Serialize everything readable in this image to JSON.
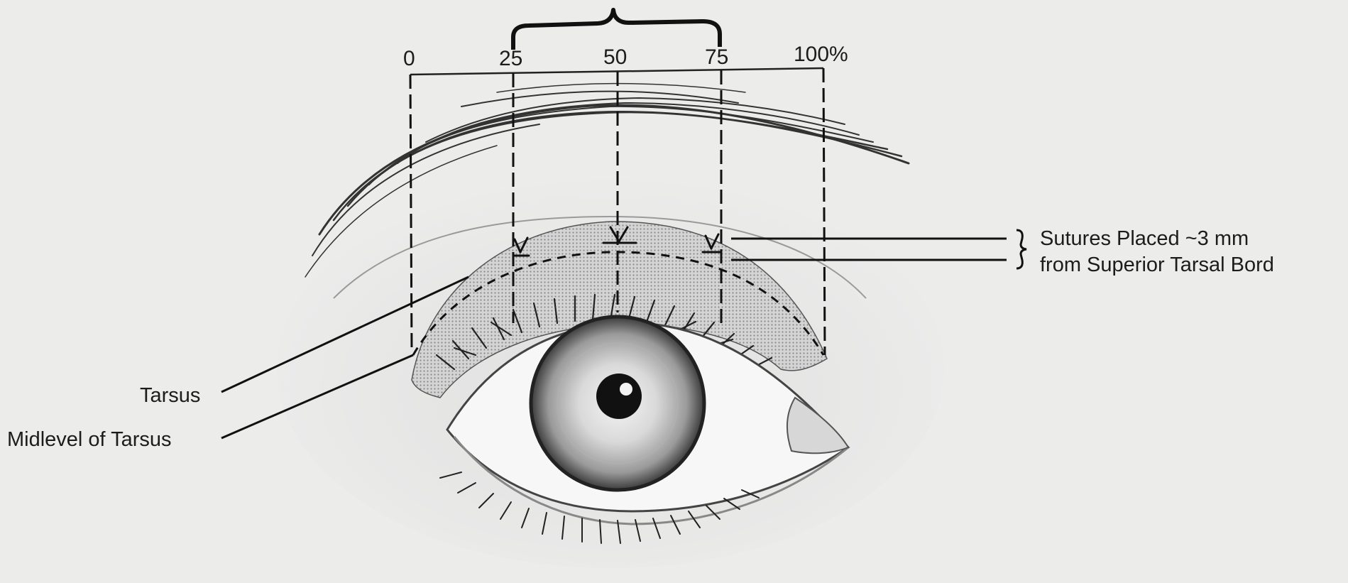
{
  "scale": {
    "ticks": [
      {
        "label": "0",
        "value": 0
      },
      {
        "label": "25",
        "value": 25
      },
      {
        "label": "50",
        "value": 50
      },
      {
        "label": "75",
        "value": 75
      },
      {
        "label": "100%",
        "value": 100
      }
    ]
  },
  "labels": {
    "tarsus": "Tarsus",
    "midlevel": "Midlevel of Tarsus",
    "sutures_line1": "Sutures Placed ~3 mm",
    "sutures_line2": "from Superior Tarsal Bord"
  },
  "colors": {
    "background": "#ececeb",
    "ink": "#1c1c1c",
    "tarsus_shading": "#b9b9b9"
  }
}
